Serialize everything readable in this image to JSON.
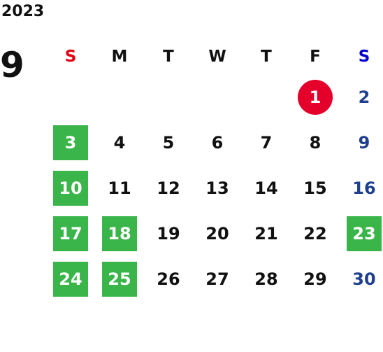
{
  "calendar": {
    "year": "2023",
    "month": "9",
    "weekdays": [
      "S",
      "M",
      "T",
      "W",
      "T",
      "F",
      "S"
    ],
    "colors": {
      "holiday_bg": "#3ab54a",
      "event_circle": "#e5002b",
      "sunday_header": "#e60012",
      "saturday_header": "#0000cc",
      "saturday_text": "#1f3f8f"
    },
    "weeks": [
      [
        "",
        "",
        "",
        "",
        "",
        "1",
        "2"
      ],
      [
        "3",
        "4",
        "5",
        "6",
        "7",
        "8",
        "9"
      ],
      [
        "10",
        "11",
        "12",
        "13",
        "14",
        "15",
        "16"
      ],
      [
        "17",
        "18",
        "19",
        "20",
        "21",
        "22",
        "23"
      ],
      [
        "24",
        "25",
        "26",
        "27",
        "28",
        "29",
        "30"
      ]
    ],
    "holidays": [
      "3",
      "10",
      "17",
      "18",
      "23",
      "24",
      "25"
    ],
    "highlighted": [
      "1"
    ]
  }
}
